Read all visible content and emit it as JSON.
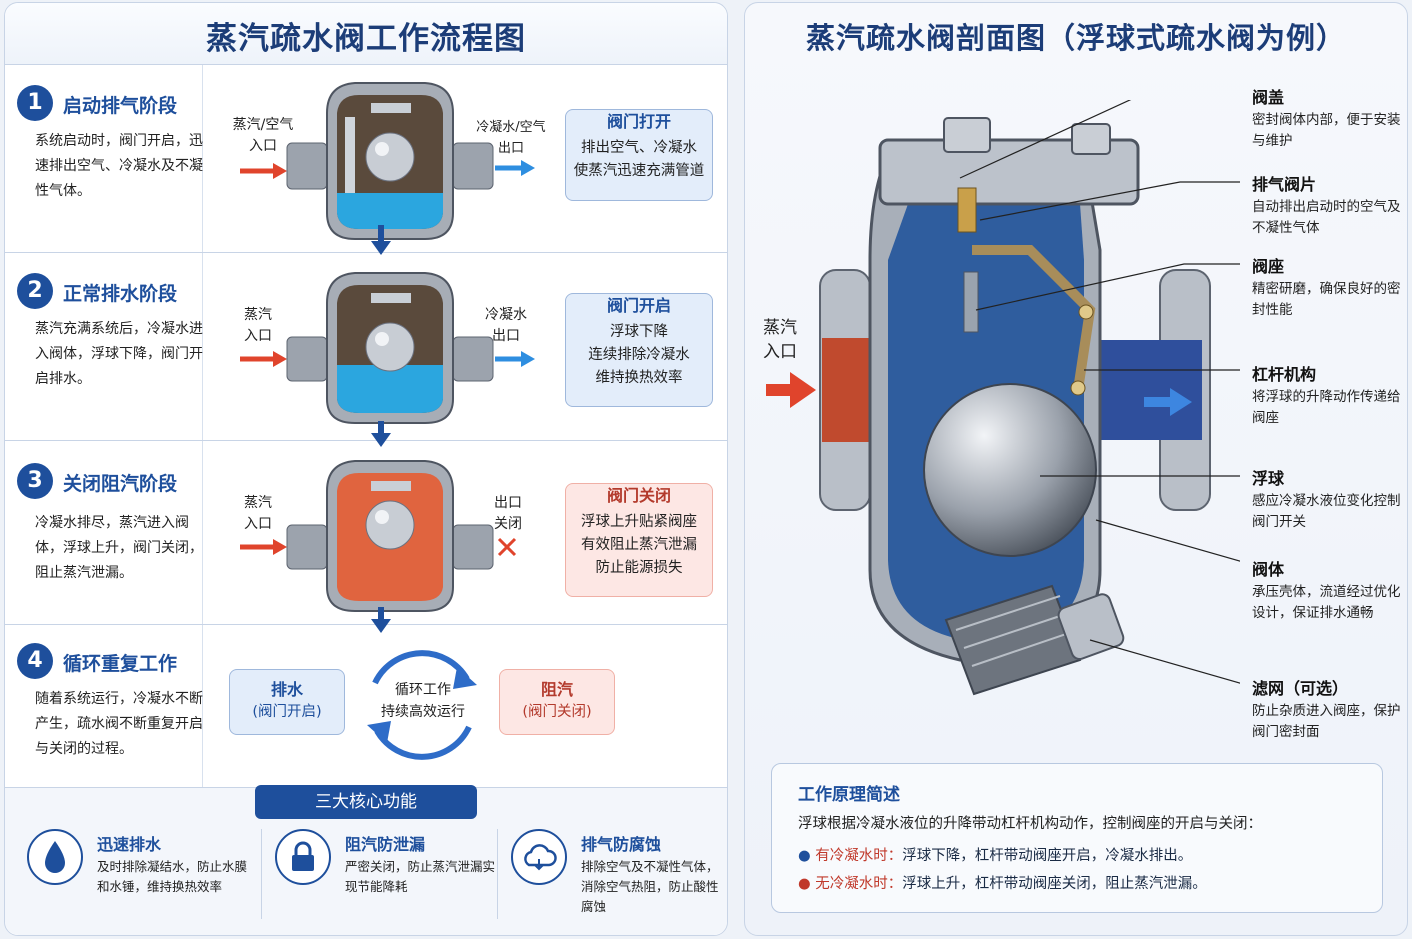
{
  "left": {
    "title": "蒸汽疏水阀工作流程图",
    "stages": [
      {
        "num": "1",
        "title": "启动排气阶段",
        "desc": "系统启动时，阀门开启，迅速排出空气、冷凝水及不凝性气体。",
        "in_label": "蒸汽/空气\n入口",
        "out_label": "冷凝水/空气\n出口",
        "box_title": "阀门打开",
        "box_lines": [
          "排出空气、冷凝水",
          "使蒸汽迅速充满管道"
        ]
      },
      {
        "num": "2",
        "title": "正常排水阶段",
        "desc": "蒸汽充满系统后，冷凝水进入阀体，浮球下降，阀门开启排水。",
        "in_label": "蒸汽\n入口",
        "out_label": "冷凝水\n出口",
        "box_title": "阀门开启",
        "box_lines": [
          "浮球下降",
          "连续排除冷凝水",
          "维持换热效率"
        ]
      },
      {
        "num": "3",
        "title": "关闭阻汽阶段",
        "desc": "冷凝水排尽，蒸汽进入阀体，浮球上升，阀门关闭，阻止蒸汽泄漏。",
        "in_label": "蒸汽\n入口",
        "out_label": "出口\n关闭",
        "box_title": "阀门关闭",
        "box_lines": [
          "浮球上升贴紧阀座",
          "有效阻止蒸汽泄漏",
          "防止能源损失"
        ]
      },
      {
        "num": "4",
        "title": "循环重复工作",
        "desc": "随着系统运行，冷凝水不断产生，疏水阀不断重复开启与关闭的过程。"
      }
    ],
    "cycle": {
      "left_title": "排水",
      "left_sub": "(阀门开启)",
      "center": "循环工作\n持续高效运行",
      "right_title": "阻汽",
      "right_sub": "(阀门关闭)"
    },
    "functions_title": "三大核心功能",
    "functions": [
      {
        "icon": "water-drop-icon",
        "title": "迅速排水",
        "desc": "及时排除凝结水，防止水膜和水锤，维持换热效率"
      },
      {
        "icon": "lock-icon",
        "title": "阻汽防泄漏",
        "desc": "严密关闭，防止蒸汽泄漏实现节能降耗"
      },
      {
        "icon": "cloud-icon",
        "title": "排气防腐蚀",
        "desc": "排除空气及不凝性气体，消除空气热阻，防止酸性腐蚀"
      }
    ]
  },
  "right": {
    "title": "蒸汽疏水阀剖面图（浮球式疏水阀为例）",
    "inlet_label": "蒸汽\n入口",
    "parts": [
      {
        "title": "阀盖",
        "desc": "密封阀体内部，便于安装与维护"
      },
      {
        "title": "排气阀片",
        "desc": "自动排出启动时的空气及不凝性气体"
      },
      {
        "title": "阀座",
        "desc": "精密研磨，确保良好的密封性能"
      },
      {
        "title": "杠杆机构",
        "desc": "将浮球的升降动作传递给阀座"
      },
      {
        "title": "浮球",
        "desc": "感应冷凝水液位变化控制阀门开关"
      },
      {
        "title": "阀体",
        "desc": "承压壳体，流道经过优化设计，保证排水通畅"
      },
      {
        "title": "滤网（可选）",
        "desc": "防止杂质进入阀座，保护阀门密封面"
      }
    ],
    "summary": {
      "title": "工作原理简述",
      "intro": "浮球根据冷凝水液位的升降带动杠杆机构动作，控制阀座的开启与关闭：",
      "items": [
        {
          "key": "有冷凝水时：",
          "text": "浮球下降，杠杆带动阀座开启，冷凝水排出。"
        },
        {
          "key": "无冷凝水时：",
          "text": "浮球上升，杠杆带动阀座关闭，阻止蒸汽泄漏。"
        }
      ]
    }
  },
  "colors": {
    "primary": "#1e4f9c",
    "steam_red": "#e0442c",
    "water_blue": "#2e8ee0"
  }
}
